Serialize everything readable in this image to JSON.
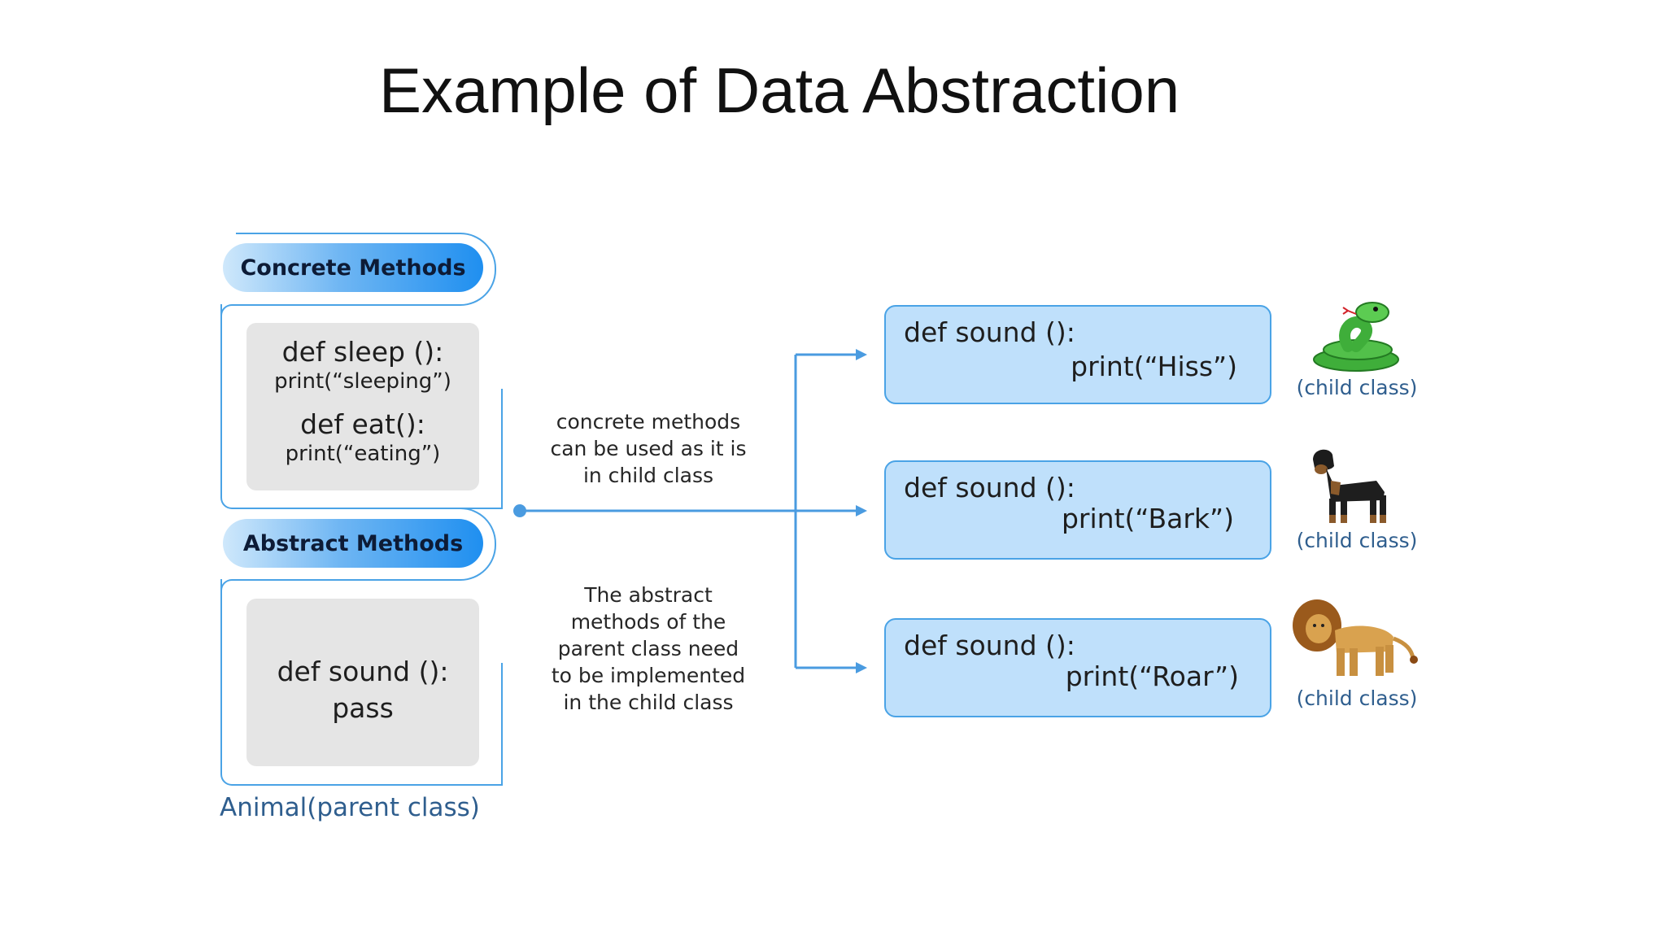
{
  "slide": {
    "title": "Example of Data Abstraction"
  },
  "parent": {
    "concrete_header": "Concrete Methods",
    "concrete_code": {
      "sleep_def": "def sleep ():",
      "sleep_body": "print(“sleeping”)",
      "eat_def": "def eat():",
      "eat_body": "print(“eating”)"
    },
    "abstract_header": "Abstract Methods",
    "abstract_code": {
      "sound_def": "def sound ():",
      "sound_body": "pass"
    },
    "label": "Animal(parent class)"
  },
  "notes": {
    "concrete": [
      "concrete methods",
      "can be used as it is",
      "in child class"
    ],
    "abstract": [
      "The abstract",
      "methods of the",
      "parent class need",
      "to be implemented",
      "in the child class"
    ]
  },
  "children": [
    {
      "def": "def sound ():",
      "body": "print(“Hiss”)",
      "label": "(child class)",
      "animal": "snake-icon"
    },
    {
      "def": "def sound ():",
      "body": "print(“Bark”)",
      "label": "(child class)",
      "animal": "dog-icon"
    },
    {
      "def": "def sound ():",
      "body": "print(“Roar”)",
      "label": "(child class)",
      "animal": "lion-icon"
    }
  ],
  "colors": {
    "accent_line": "#4a9be0",
    "child_box_fill": "#bfe0fb",
    "gray_box": "#e5e5e5",
    "label_text": "#2f5e8e"
  }
}
